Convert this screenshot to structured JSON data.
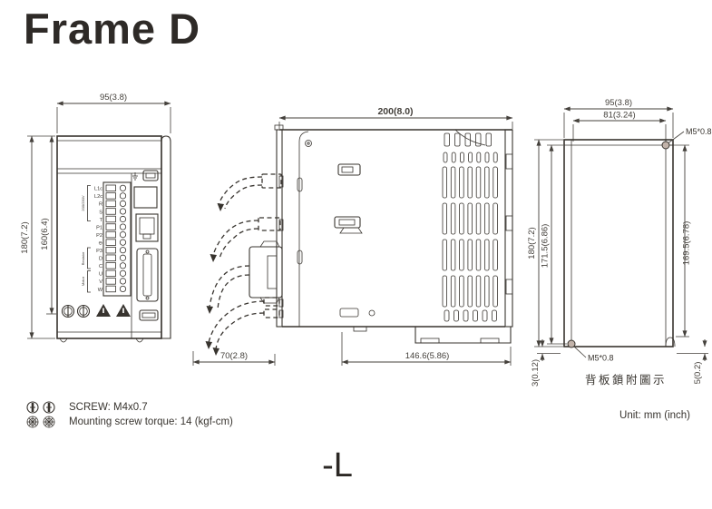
{
  "title": "Frame D",
  "suffix_label": "-L",
  "unit_note": "Unit: mm (inch)",
  "legend": {
    "screw_spec": "SCREW: M4x0.7",
    "torque_spec": "Mounting screw torque: 14 (kgf-cm)"
  },
  "front_view": {
    "dim_width": "95(3.8)",
    "dim_height_outer": "180(7.2)",
    "dim_height_inner": "160(6.4)",
    "terminals": [
      "L1c",
      "L2c",
      "R",
      "S",
      "T",
      "P1",
      "P2",
      "⊖",
      "P3",
      "D",
      "C",
      "U",
      "V",
      "W"
    ],
    "terminal_groups": [
      "200/230V",
      "Resistor",
      "Motor"
    ]
  },
  "side_view": {
    "dim_depth": "200(8.0)",
    "dim_cable_clearance": "70(2.8)",
    "dim_base_depth": "146.6(5.86)"
  },
  "rear_view": {
    "dim_width_outer": "95(3.8)",
    "dim_width_holes": "81(3.24)",
    "dim_height_outer": "180(7.2)",
    "dim_height_left": "171.5(6.86)",
    "dim_height_right": "169.5(6.78)",
    "dim_offset_bottom_left": "3(0.12)",
    "dim_offset_bottom_right": "5(0.2)",
    "thread_top": "M5*0.8",
    "thread_bottom": "M5*0.8",
    "caption": "背板鎖附圖示"
  },
  "colors": {
    "ink": "#38342f",
    "dim": "#44403b"
  }
}
